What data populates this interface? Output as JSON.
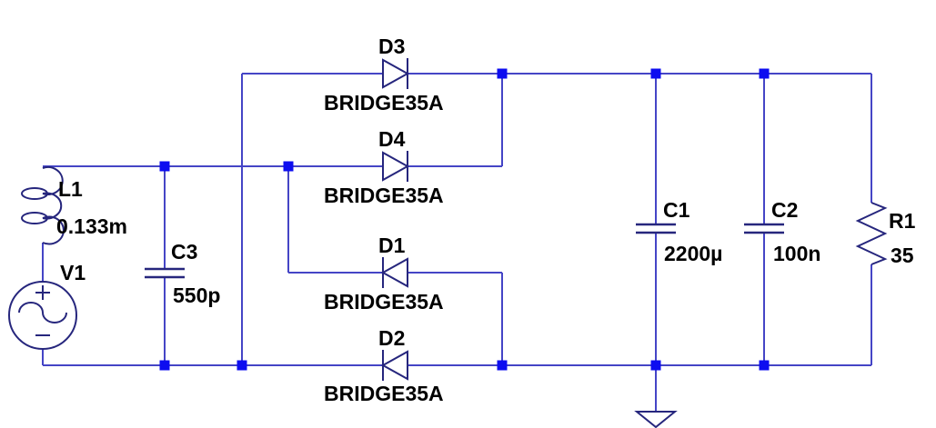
{
  "theme": {
    "background": "#ffffff",
    "wire_color": "#4545c6",
    "symbol_color": "#26267d",
    "junction_color": "#0d0df0",
    "label_color": "#000000"
  },
  "components": {
    "V1": {
      "label": "V1",
      "type": "ac-voltage-source"
    },
    "L1": {
      "label": "L1",
      "value": "0.133m",
      "type": "inductor"
    },
    "C3": {
      "label": "C3",
      "value": "550p",
      "type": "capacitor"
    },
    "D3": {
      "label": "D3",
      "model": "BRIDGE35A",
      "type": "diode"
    },
    "D4": {
      "label": "D4",
      "model": "BRIDGE35A",
      "type": "diode"
    },
    "D1": {
      "label": "D1",
      "model": "BRIDGE35A",
      "type": "diode"
    },
    "D2": {
      "label": "D2",
      "model": "BRIDGE35A",
      "type": "diode"
    },
    "C1": {
      "label": "C1",
      "value": "2200µ",
      "type": "capacitor"
    },
    "C2": {
      "label": "C2",
      "value": "100n",
      "type": "capacitor"
    },
    "R1": {
      "label": "R1",
      "value": "35",
      "type": "resistor"
    }
  }
}
